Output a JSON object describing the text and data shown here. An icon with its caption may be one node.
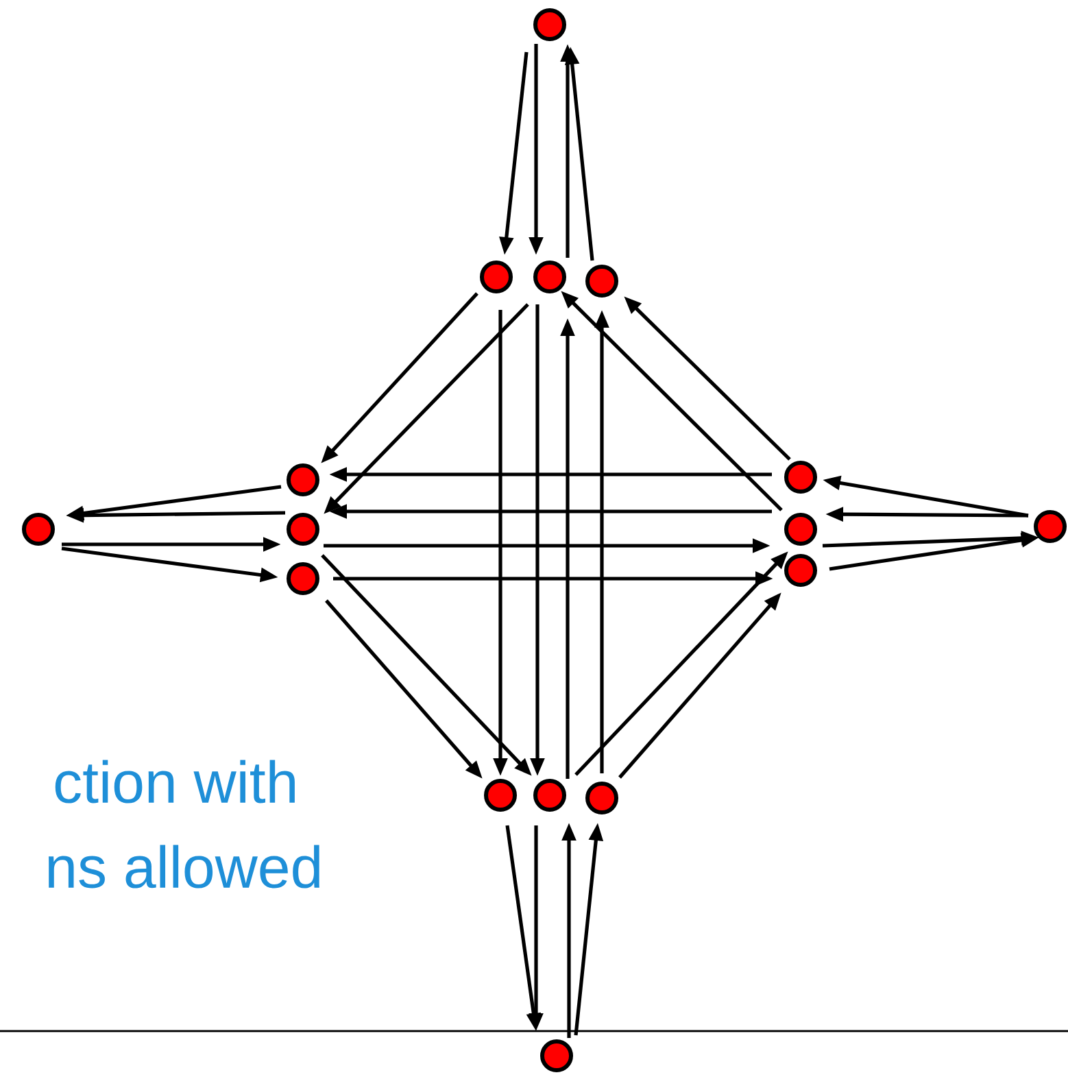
{
  "diagram": {
    "nodes": [
      {
        "text": [],
        "shape": "circle"
      },
      {
        "text": [],
        "shape": "circle"
      },
      {
        "text": [],
        "shape": "circle"
      },
      {
        "text": [],
        "shape": "circle"
      },
      {
        "text": [],
        "shape": "circle"
      },
      {
        "text": [],
        "shape": "circle"
      },
      {
        "text": [],
        "shape": "circle"
      },
      {
        "text": [],
        "shape": "circle"
      },
      {
        "text": [],
        "shape": "circle"
      },
      {
        "text": [],
        "shape": "circle"
      },
      {
        "text": [],
        "shape": "circle"
      },
      {
        "text": [],
        "shape": "circle"
      },
      {
        "text": [],
        "shape": "circle"
      },
      {
        "text": [],
        "shape": "circle"
      },
      {
        "text": [],
        "shape": "circle"
      },
      {
        "text": [],
        "shape": "circle"
      }
    ],
    "edges": [
      {
        "from": 0,
        "to": 1,
        "arrow": "to"
      },
      {
        "from": 0,
        "to": 2,
        "arrow": "to"
      },
      {
        "from": 2,
        "to": 0,
        "arrow": "to"
      },
      {
        "from": 3,
        "to": 0,
        "arrow": "to"
      },
      {
        "from": 1,
        "to": 5,
        "arrow": "to"
      },
      {
        "from": 2,
        "to": 6,
        "arrow": "to"
      },
      {
        "from": 9,
        "to": 2,
        "arrow": "to"
      },
      {
        "from": 8,
        "to": 3,
        "arrow": "to"
      },
      {
        "from": 1,
        "to": 12,
        "arrow": "to"
      },
      {
        "from": 2,
        "to": 13,
        "arrow": "to"
      },
      {
        "from": 13,
        "to": 2,
        "arrow": "to"
      },
      {
        "from": 14,
        "to": 3,
        "arrow": "to"
      },
      {
        "from": 8,
        "to": 5,
        "arrow": "to"
      },
      {
        "from": 9,
        "to": 6,
        "arrow": "to"
      },
      {
        "from": 6,
        "to": 9,
        "arrow": "to"
      },
      {
        "from": 7,
        "to": 10,
        "arrow": "to"
      },
      {
        "from": 7,
        "to": 12,
        "arrow": "to"
      },
      {
        "from": 6,
        "to": 13,
        "arrow": "to"
      },
      {
        "from": 13,
        "to": 9,
        "arrow": "to"
      },
      {
        "from": 14,
        "to": 10,
        "arrow": "to"
      },
      {
        "from": 5,
        "to": 4,
        "arrow": "to"
      },
      {
        "from": 6,
        "to": 4,
        "arrow": "to"
      },
      {
        "from": 4,
        "to": 6,
        "arrow": "to"
      },
      {
        "from": 4,
        "to": 7,
        "arrow": "to"
      },
      {
        "from": 11,
        "to": 8,
        "arrow": "to"
      },
      {
        "from": 11,
        "to": 9,
        "arrow": "to"
      },
      {
        "from": 9,
        "to": 11,
        "arrow": "to"
      },
      {
        "from": 10,
        "to": 11,
        "arrow": "to"
      },
      {
        "from": 12,
        "to": 15,
        "arrow": "to"
      },
      {
        "from": 13,
        "to": 15,
        "arrow": "to"
      },
      {
        "from": 15,
        "to": 13,
        "arrow": "to"
      },
      {
        "from": 15,
        "to": 14,
        "arrow": "to"
      }
    ],
    "labels": [
      "ction with",
      "ns allowed"
    ]
  }
}
